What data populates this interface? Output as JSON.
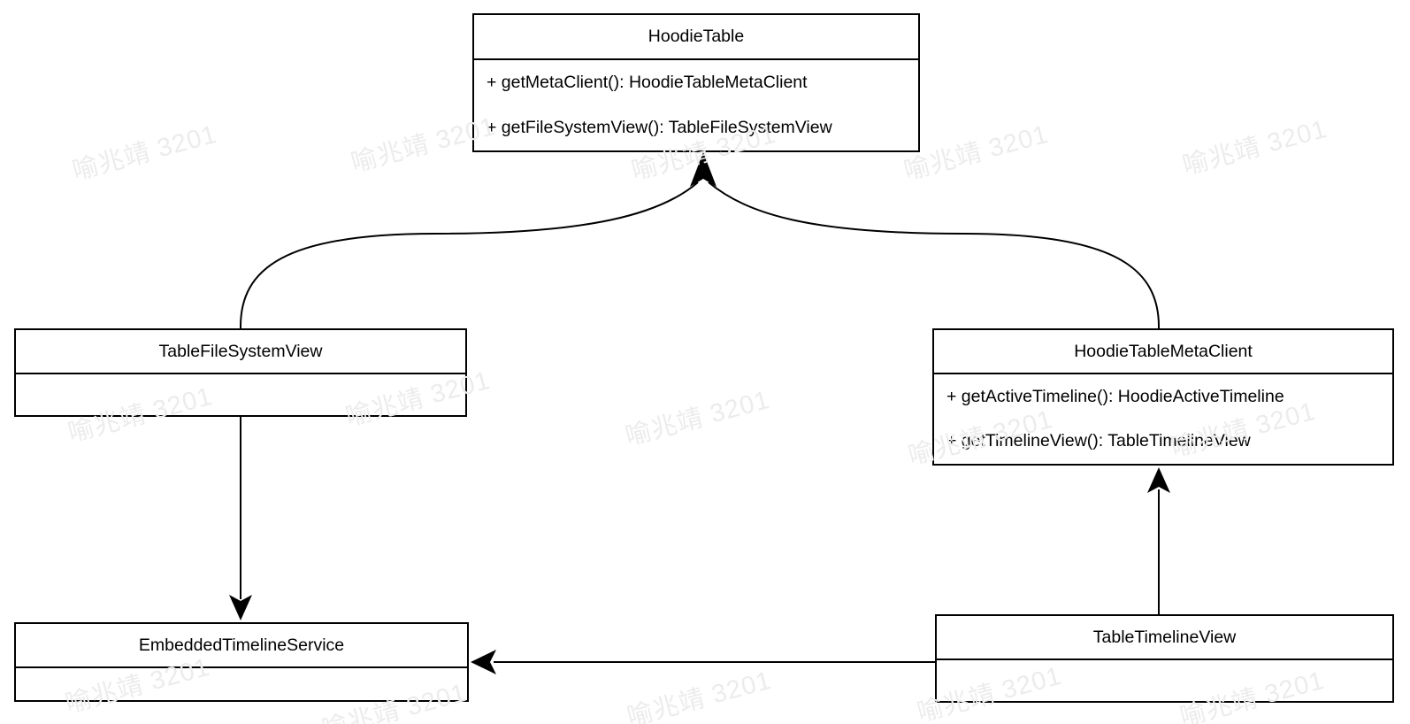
{
  "diagram": {
    "type": "uml-class-diagram",
    "colors": {
      "stroke": "#000000",
      "box_fill": "#ffffff",
      "background": "#ffffff",
      "watermark": "#ececec"
    },
    "classes": {
      "hoodie_table": {
        "name": "HoodieTable",
        "methods": [
          "+ getMetaClient(): HoodieTableMetaClient",
          "+ getFileSystemView(): TableFileSystemView"
        ]
      },
      "table_file_system_view": {
        "name": "TableFileSystemView",
        "methods": []
      },
      "hoodie_table_meta_client": {
        "name": "HoodieTableMetaClient",
        "methods": [
          "+ getActiveTimeline(): HoodieActiveTimeline",
          "+ getTimelineView(): TableTimelineView"
        ]
      },
      "embedded_timeline_service": {
        "name": "EmbeddedTimelineService",
        "methods": []
      },
      "table_timeline_view": {
        "name": "TableTimelineView",
        "methods": []
      }
    },
    "relations": [
      {
        "from": "TableFileSystemView",
        "to": "HoodieTable",
        "style": "curved-arrow"
      },
      {
        "from": "HoodieTableMetaClient",
        "to": "HoodieTable",
        "style": "curved-arrow"
      },
      {
        "from": "TableFileSystemView",
        "to": "EmbeddedTimelineService",
        "style": "straight-arrow"
      },
      {
        "from": "TableTimelineView",
        "to": "HoodieTableMetaClient",
        "style": "straight-arrow"
      },
      {
        "from": "TableTimelineView",
        "to": "EmbeddedTimelineService",
        "style": "straight-arrow"
      }
    ]
  },
  "watermark": {
    "text": "喻兆靖 3201"
  }
}
